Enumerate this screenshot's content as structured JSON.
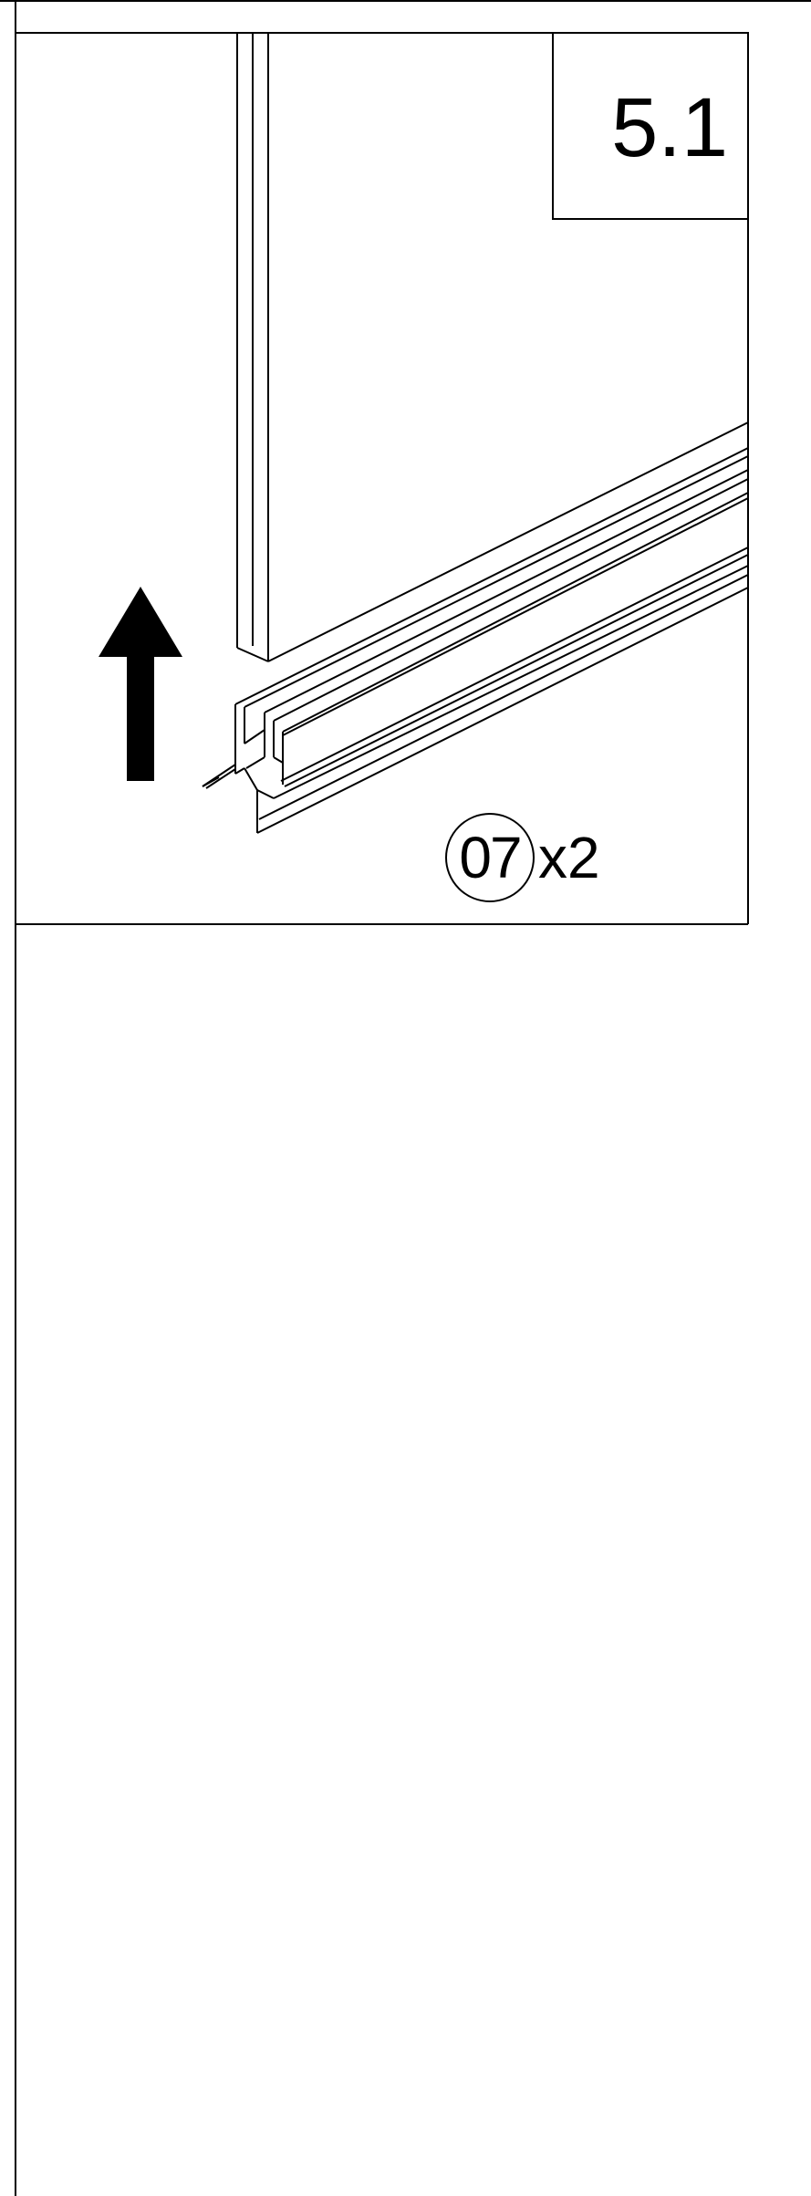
{
  "step": {
    "number": "5.1"
  },
  "part": {
    "id": "07",
    "quantity": "x2"
  },
  "colors": {
    "line": "#000000",
    "background": "#ffffff",
    "arrow": "#000000"
  },
  "icons": {
    "direction": "arrow-up-icon"
  }
}
